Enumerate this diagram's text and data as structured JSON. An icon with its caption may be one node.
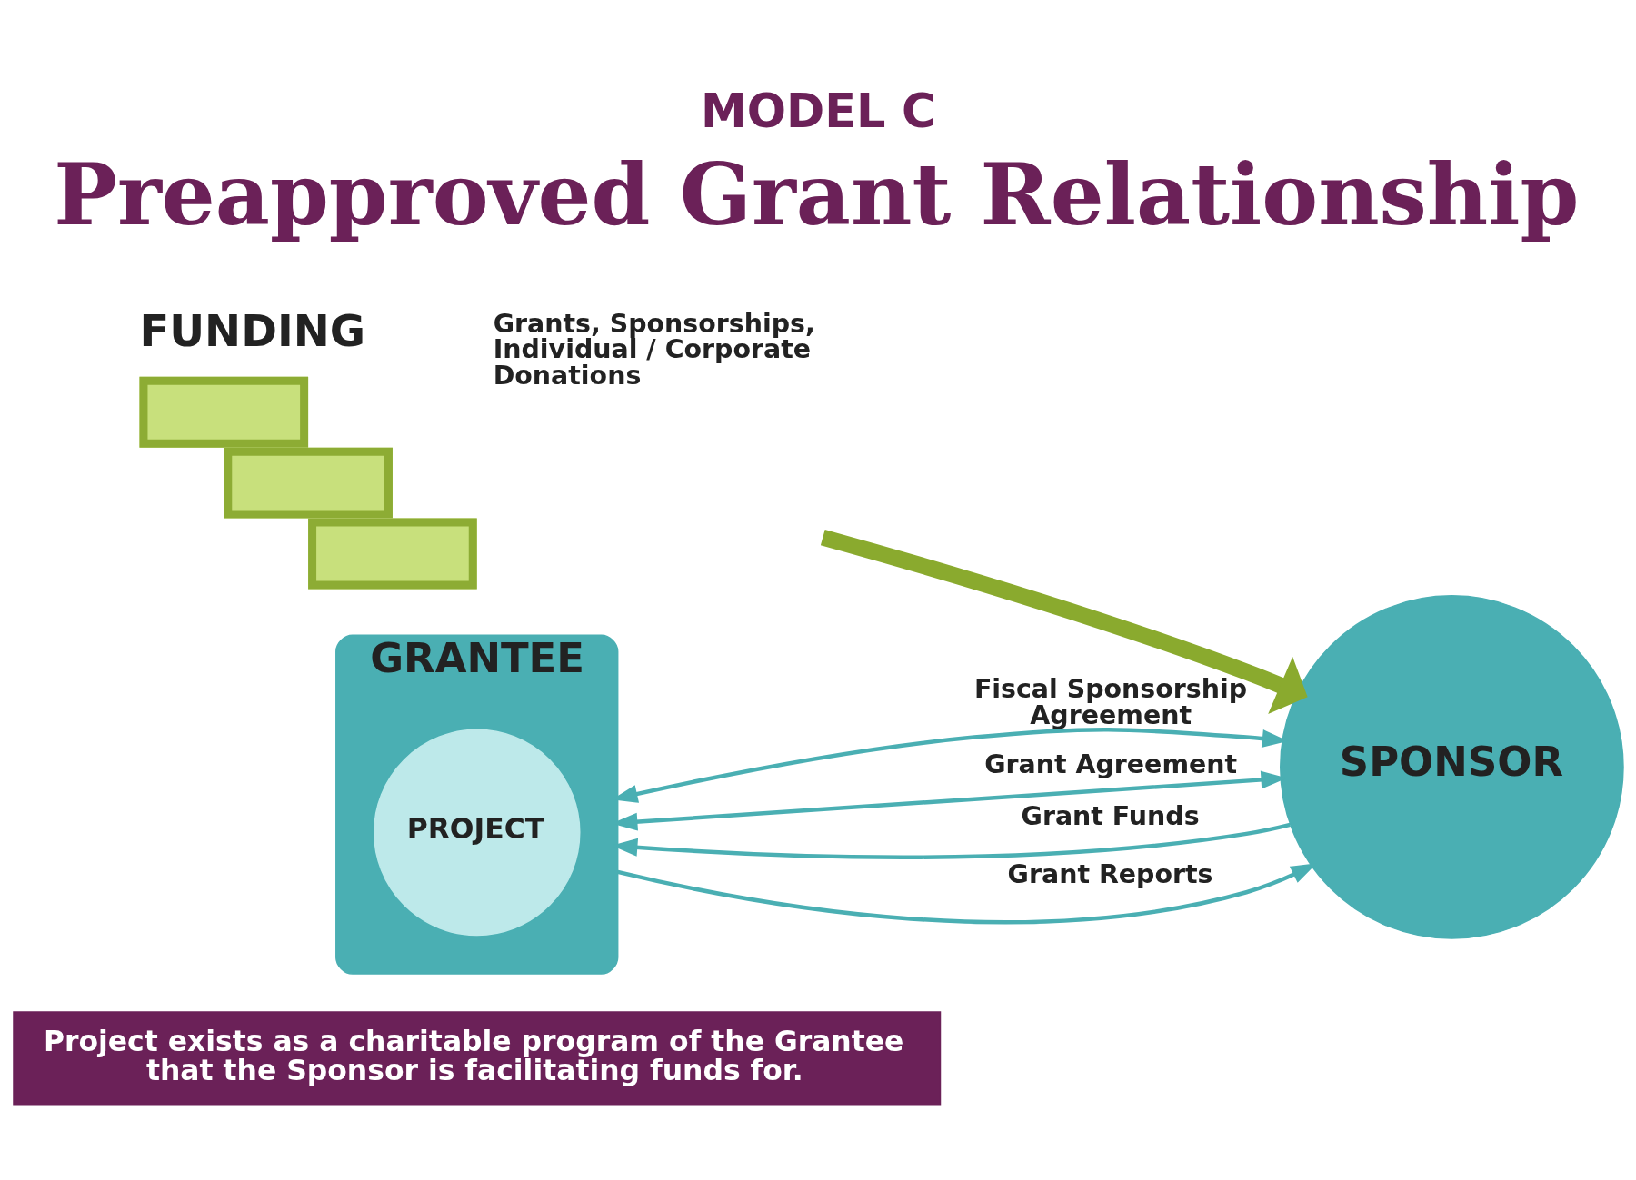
{
  "diagram": {
    "title": "Preapproved Grant Relationship",
    "caption": "Project exists as a charitable program of the Grantee that the Sponsor is facilitating funds for.",
    "nodes": [
      {
        "text": [
          "FUNDING"
        ],
        "beside": [
          "Grants, Sponsorships, Individual / Corporate Donations"
        ]
      },
      {
        "text": [
          "SPONSOR"
        ]
      },
      {
        "text": [
          "GRANTEE"
        ]
      },
      {
        "text": [
          "PROJECT"
        ],
        "in": 2
      }
    ],
    "edges": [
      {
        "from": 0,
        "to": 1,
        "arrow": "to",
        "style": "thick",
        "color": "#8aaa2e"
      },
      {
        "from": 2,
        "to": 1,
        "arrow": "both",
        "label": "Fiscal Sponsorship Agreement"
      },
      {
        "from": 2,
        "to": 1,
        "arrow": "both",
        "label": "Grant Agreement"
      },
      {
        "from": 1,
        "to": 2,
        "arrow": "to",
        "label": "Grant Funds"
      },
      {
        "from": 2,
        "to": 1,
        "arrow": "to",
        "label": "Grant Reports"
      }
    ],
    "labels": [
      "MODEL C"
    ]
  }
}
